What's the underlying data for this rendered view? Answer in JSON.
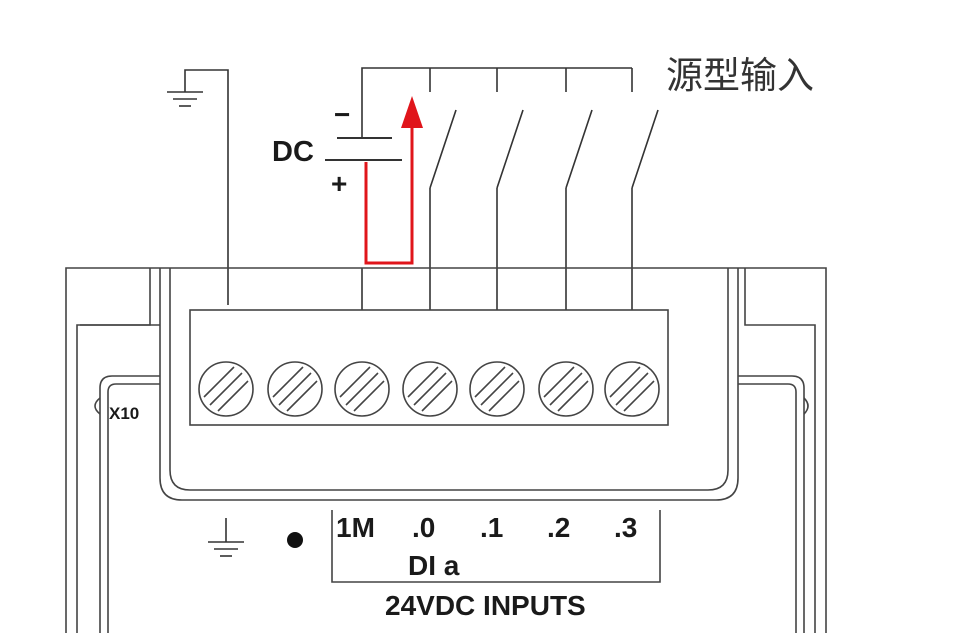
{
  "title": "源型输入",
  "supply": {
    "label": "DC",
    "minus": "−",
    "plus": "+"
  },
  "connector": "X10",
  "terminals": [
    "1M",
    ".0",
    ".1",
    ".2",
    ".3"
  ],
  "group_label": "DI a",
  "module_label": "24VDC INPUTS",
  "colors": {
    "line": "#333333",
    "current_flow": "#e0151b",
    "background": "#ffffff"
  }
}
